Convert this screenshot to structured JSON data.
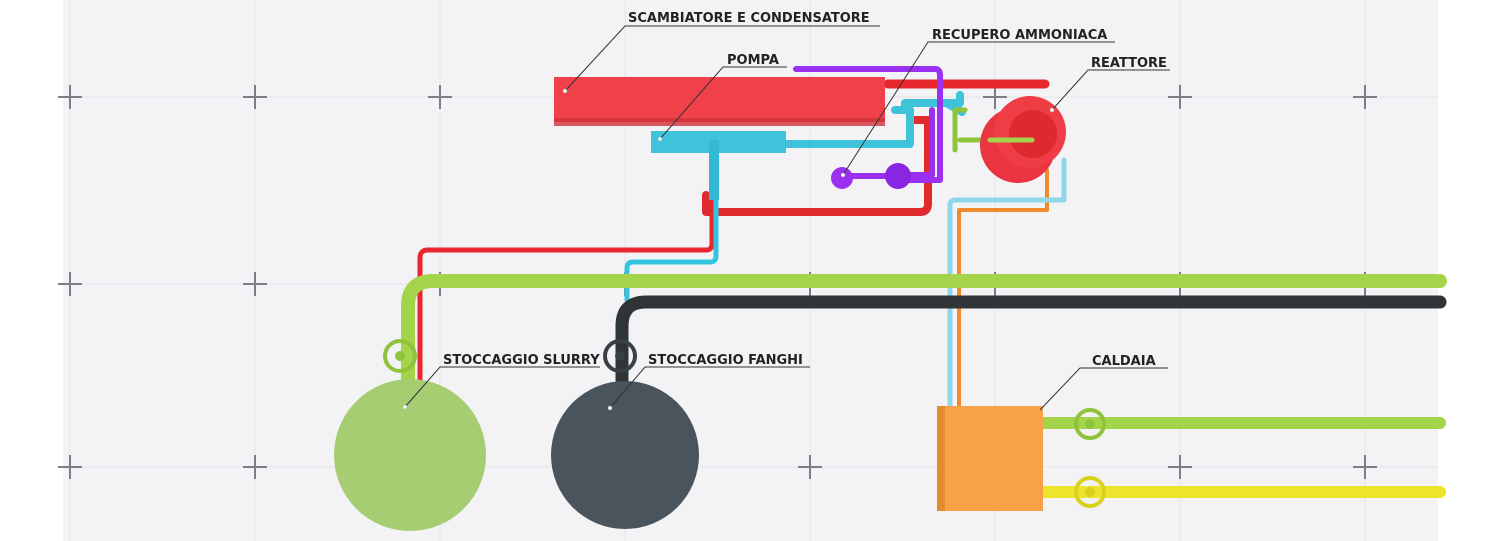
{
  "labels": {
    "exchanger": "SCAMBIATORE E CONDENSATORE",
    "pump": "POMPA",
    "ammonia": "RECUPERO AMMONIACA",
    "reactor": "REATTORE",
    "slurry": "STOCCAGGIO SLURRY",
    "sludge": "STOCCAGGIO FANGHI",
    "boiler": "CALDAIA"
  },
  "colors": {
    "exchanger": "#f0404a",
    "pump": "#3ec3db",
    "ammonia": "#9b30f0",
    "reactor": "#ec3b40",
    "slurry": "#a6cd72",
    "sludge": "#4a545c",
    "boiler": "#f7a148",
    "green_pipe": "#a3d44a",
    "dark_pipe": "#2f3437",
    "yellow_pipe": "#eee42c",
    "orange_pipe": "#f08a2a",
    "light_blue_pipe": "#8fd6ea",
    "background": "#f3f3f6"
  }
}
